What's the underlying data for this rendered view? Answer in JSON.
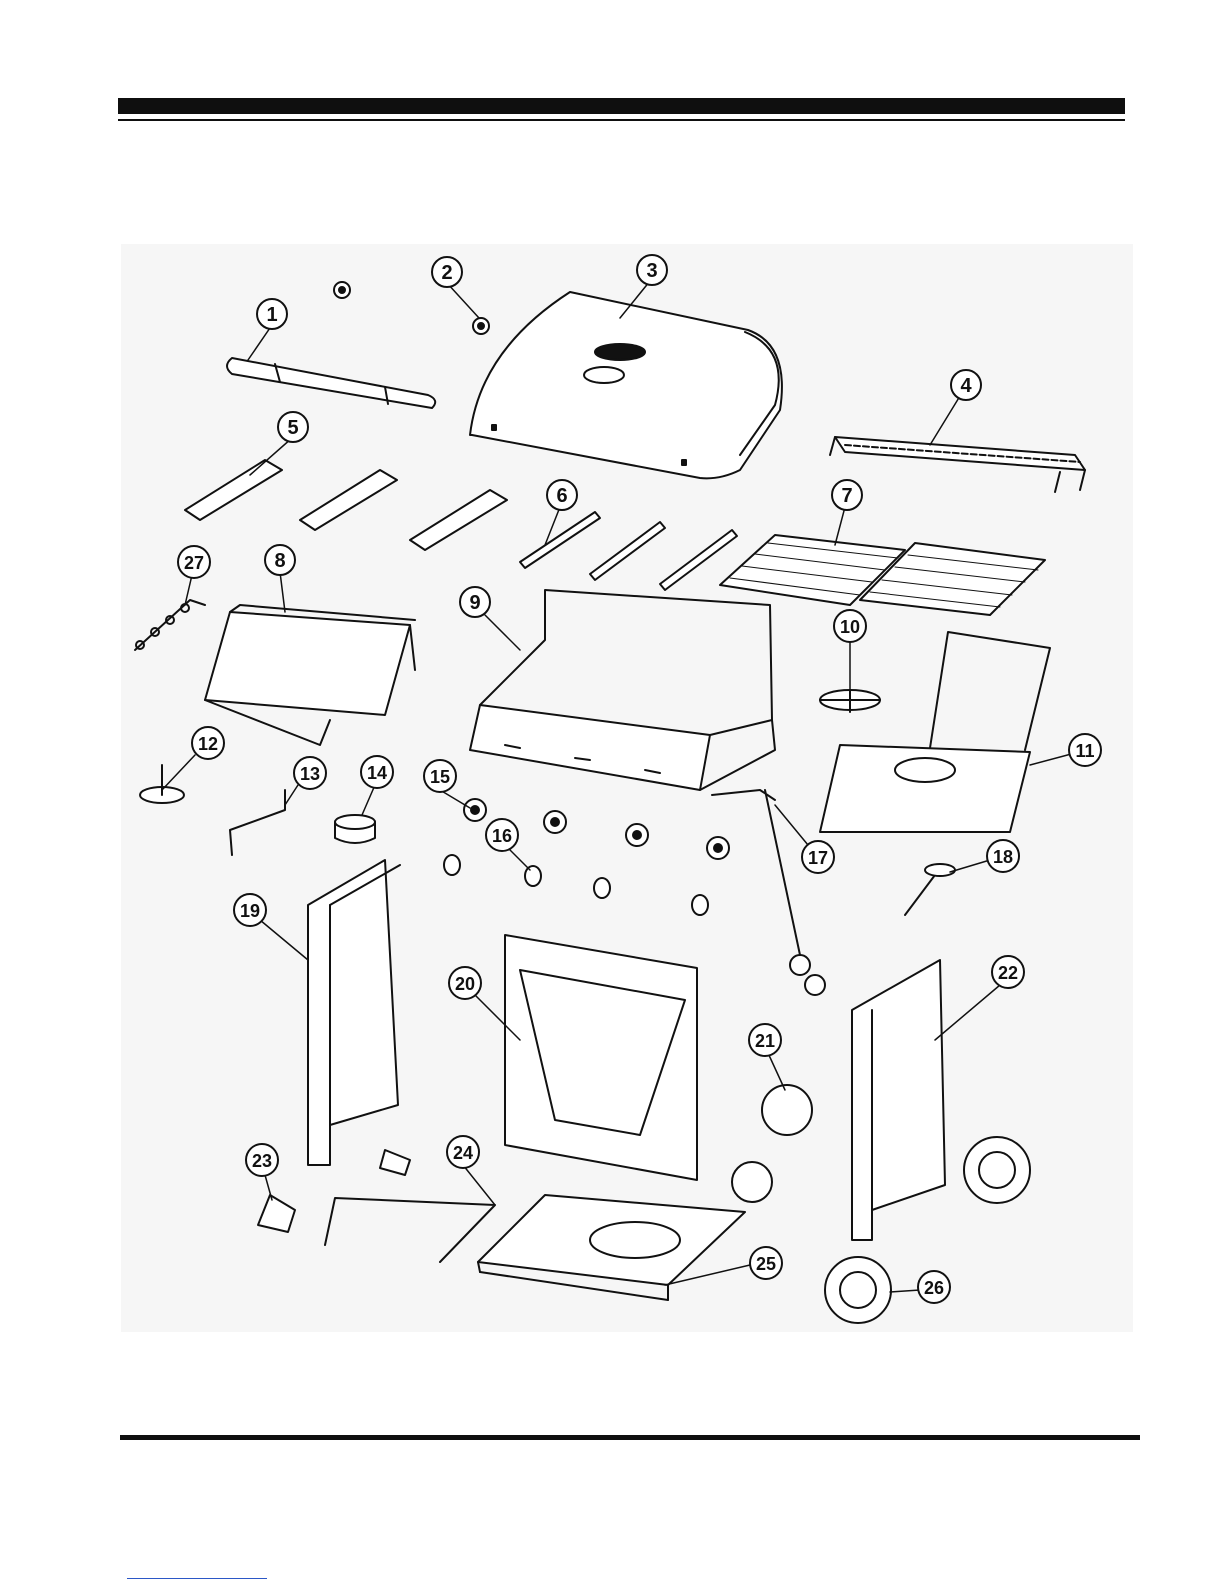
{
  "callouts": {
    "c1": "1",
    "c2": "2",
    "c3": "3",
    "c4": "4",
    "c5": "5",
    "c6": "6",
    "c7": "7",
    "c8": "8",
    "c9": "9",
    "c10": "10",
    "c11": "11",
    "c12": "12",
    "c13": "13",
    "c14": "14",
    "c15": "15",
    "c16": "16",
    "c17": "17",
    "c18": "18",
    "c19": "19",
    "c20": "20",
    "c21": "21",
    "c22": "22",
    "c23": "23",
    "c24": "24",
    "c25": "25",
    "c26": "26",
    "c27": "27"
  },
  "colors": {
    "ink": "#111111",
    "panel": "#f6f6f6",
    "link": "#2b57c7"
  }
}
